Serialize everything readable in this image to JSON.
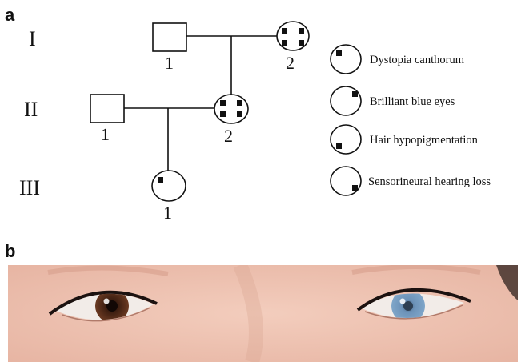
{
  "panel_a": {
    "label": "a",
    "generations": [
      "I",
      "II",
      "III"
    ],
    "individuals": [
      {
        "generation": "I",
        "number": "1",
        "sex": "male",
        "features": []
      },
      {
        "generation": "I",
        "number": "2",
        "sex": "female",
        "features": [
          "Dystopia canthorum",
          "Brilliant blue eyes",
          "Hair hypopigmentation",
          "Sensorineural hearing loss"
        ]
      },
      {
        "generation": "II",
        "number": "1",
        "sex": "male",
        "features": []
      },
      {
        "generation": "II",
        "number": "2",
        "sex": "female",
        "features": [
          "Dystopia canthorum",
          "Brilliant blue eyes",
          "Hair hypopigmentation",
          "Sensorineural hearing loss"
        ]
      },
      {
        "generation": "III",
        "number": "1",
        "sex": "female",
        "features": [
          "Dystopia canthorum"
        ]
      }
    ],
    "legend": [
      {
        "label": "Dystopia canthorum",
        "quadrant": "top-left"
      },
      {
        "label": "Brilliant blue eyes",
        "quadrant": "top-right"
      },
      {
        "label": "Hair hypopigmentation",
        "quadrant": "bottom-left"
      },
      {
        "label": "Sensorineural hearing loss",
        "quadrant": "bottom-right"
      }
    ]
  },
  "panel_b": {
    "label": "b",
    "left_iris_color": "#6b3a22",
    "right_iris_color": "#7fa6c9"
  }
}
